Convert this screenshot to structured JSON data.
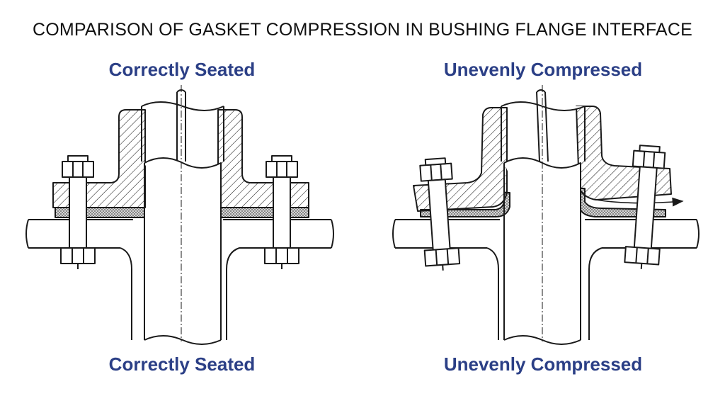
{
  "title": "COMPARISON OF GASKET COMPRESSION IN BUSHING FLANGE INTERFACE",
  "panels": {
    "left": {
      "top_label": "Correctly Seated",
      "bottom_label": "Correctly Seated"
    },
    "right": {
      "top_label": "Unevenly Compressed",
      "bottom_label": "Unevenly Compressed"
    }
  },
  "colors": {
    "caption": "#2b3f86",
    "line": "#1a1a1a",
    "gasket_fill": "#d9d9d9"
  }
}
